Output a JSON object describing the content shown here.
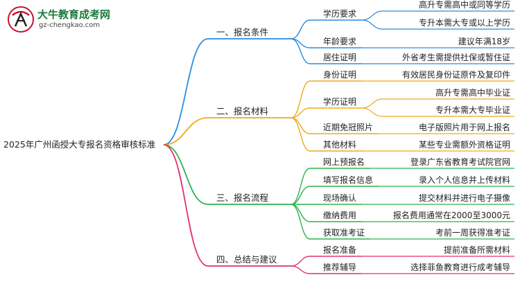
{
  "brand": {
    "name": "大牛教育成考网",
    "url": "gz-chengkao.com"
  },
  "root": "2025年广州函授大专报名资格审核标准",
  "colors": [
    "#2a8be0",
    "#f0a81c",
    "#2bb24c",
    "#e0316f"
  ],
  "branches": [
    {
      "label": "一、报名条件",
      "children": [
        {
          "label": "学历要求",
          "children": [
            "高升专需高中或同等学历",
            "专升本需大专或以上学历"
          ]
        },
        {
          "label": "年龄要求",
          "children": [
            "建议年满18岁"
          ]
        },
        {
          "label": "居住证明",
          "children": [
            "外省考生需提供社保或暂住证"
          ]
        }
      ]
    },
    {
      "label": "二、报名材料",
      "children": [
        {
          "label": "身份证明",
          "children": [
            "有效居民身份证原件及复印件"
          ]
        },
        {
          "label": "学历证明",
          "children": [
            "高升专需高中毕业证",
            "专升本需大专毕业证"
          ]
        },
        {
          "label": "近期免冠照片",
          "children": [
            "电子版照片用于网上报名"
          ]
        },
        {
          "label": "其他材料",
          "children": [
            "某些专业需额外资格证明"
          ]
        }
      ]
    },
    {
      "label": "三、报名流程",
      "children": [
        {
          "label": "网上预报名",
          "children": [
            "登录广东省教育考试院官网"
          ]
        },
        {
          "label": "填写报名信息",
          "children": [
            "录入个人信息并上传材料"
          ]
        },
        {
          "label": "现场确认",
          "children": [
            "提交材料并进行电子摄像"
          ]
        },
        {
          "label": "缴纳费用",
          "children": [
            "报名费用通常在2000至3000元"
          ]
        },
        {
          "label": "获取准考证",
          "children": [
            "考前一周获得准考证"
          ]
        }
      ]
    },
    {
      "label": "四、总结与建议",
      "children": [
        {
          "label": "报名准备",
          "children": [
            "提前准备所需材料"
          ]
        },
        {
          "label": "推荐辅导",
          "children": [
            "选择菲鱼教育进行成考辅导"
          ]
        }
      ]
    }
  ]
}
